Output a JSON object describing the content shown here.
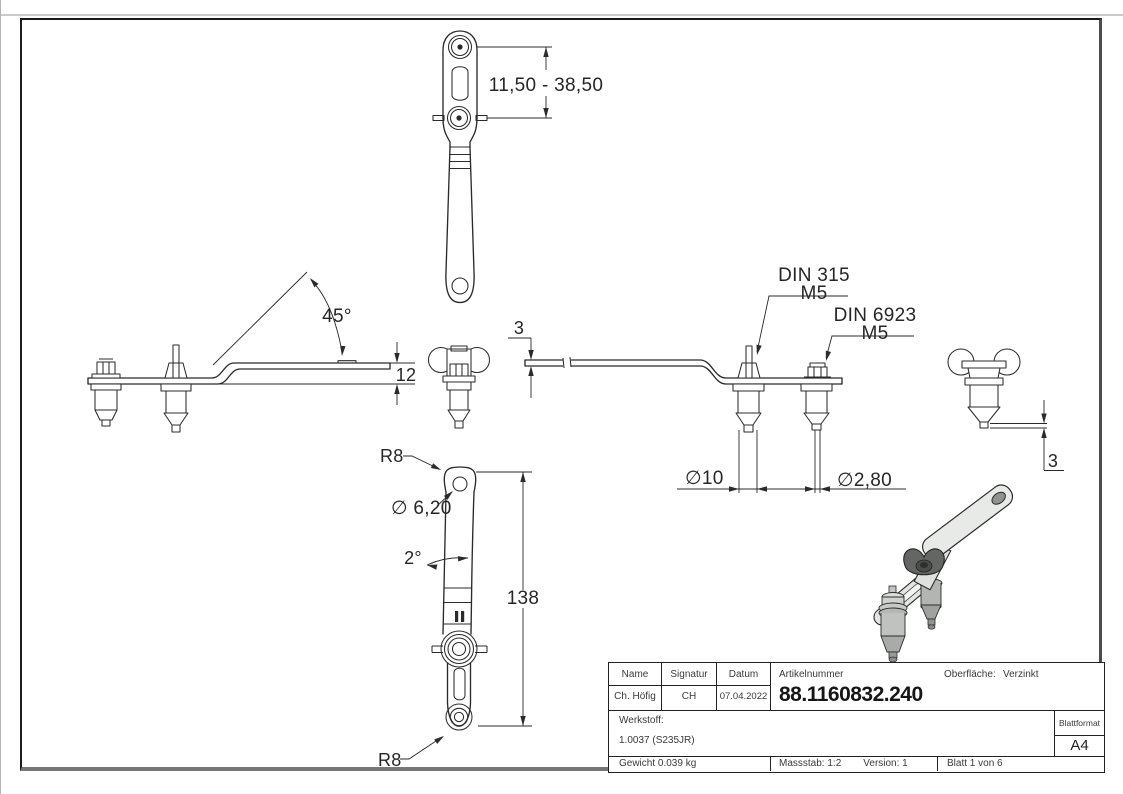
{
  "dims": {
    "range": "11,50 - 38,50",
    "angle45": "45°",
    "offset12": "12",
    "sheet3": "3",
    "din315_line1": "DIN 315",
    "din315_line2": "M5",
    "din6923_line1": "DIN 6923",
    "din6923_line2": "M5",
    "dia10": "∅10",
    "dia280": "∅2,80",
    "tip3": "3",
    "r8_top": "R8",
    "dia620": "∅ 6,20",
    "angle2": "2°",
    "length138": "138",
    "r8_bottom": "R8"
  },
  "title_block": {
    "name_label": "Name",
    "signatur_label": "Signatur",
    "datum_label": "Datum",
    "artikelnummer_label": "Artikelnummer",
    "oberflaeche_label": "Oberfläche:",
    "oberflaeche_value": "Verzinkt",
    "name_value": "Ch. Höfig",
    "signatur_value": "CH",
    "datum_value": "07.04.2022",
    "artikelnummer_value": "88.1160832.240",
    "werkstoff_label": "Werkstoff:",
    "werkstoff_value": "1.0037 (S235JR)",
    "blattformat_label": "Blattformat",
    "blattformat_value": "A4",
    "gewicht": "Gewicht 0.039 kg",
    "massstab": "Massstab: 1:2",
    "version": "Version: 1",
    "blatt": "Blatt 1 von 6"
  },
  "colors": {
    "line": "#2b2b2b",
    "frame": "#1c1c1c",
    "metal_light": "#e8eae8",
    "metal_dark": "#636663"
  }
}
